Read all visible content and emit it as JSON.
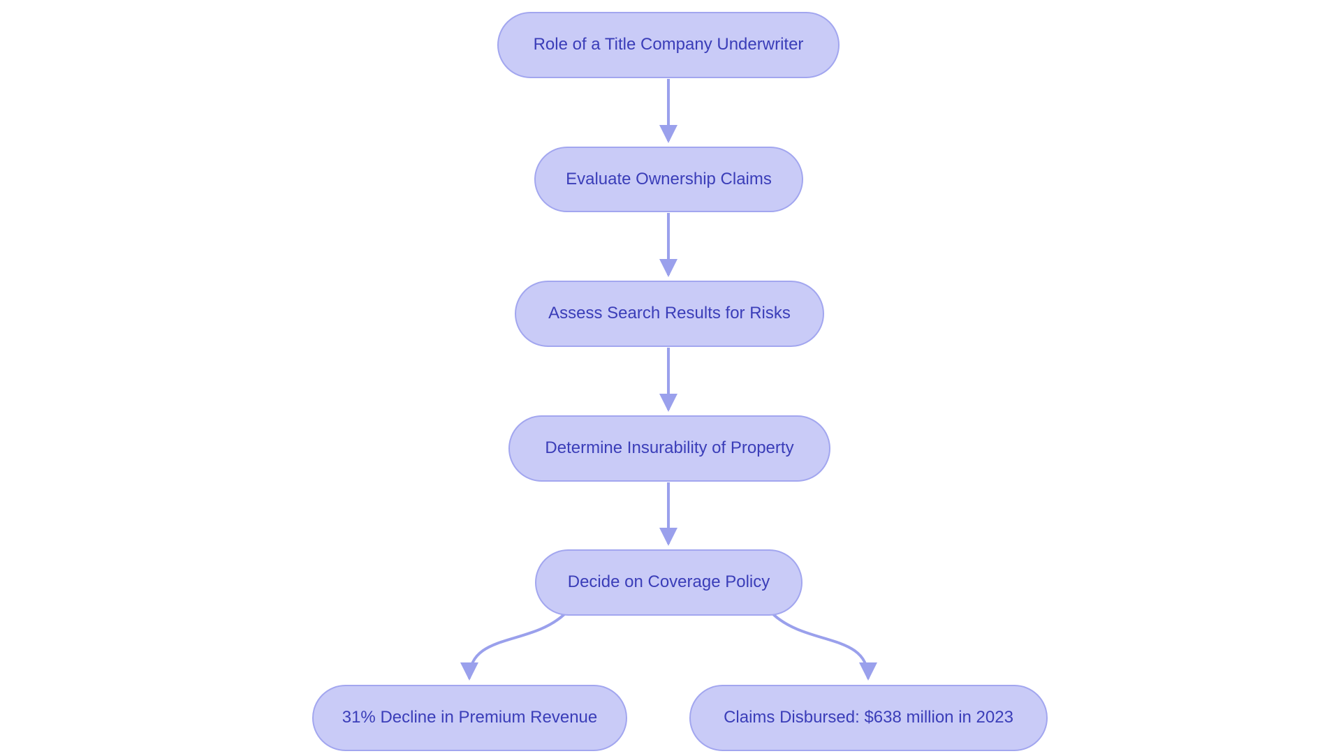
{
  "diagram": {
    "type": "flowchart",
    "orientation": "top-down",
    "background_color": "#ffffff",
    "node_fill_color": "#c9cbf7",
    "node_border_color": "#a2a6ef",
    "node_text_color": "#3a3db8",
    "arrow_color": "#9aa0ec",
    "nodes": [
      {
        "id": "title",
        "label": "Role of a Title Company Underwriter"
      },
      {
        "id": "evaluate",
        "label": "Evaluate Ownership Claims"
      },
      {
        "id": "assess",
        "label": "Assess Search Results for Risks"
      },
      {
        "id": "determine",
        "label": "Determine Insurability of Property"
      },
      {
        "id": "decide",
        "label": "Decide on Coverage Policy"
      },
      {
        "id": "decline",
        "label": "31% Decline in Premium Revenue"
      },
      {
        "id": "claims",
        "label": "Claims Disbursed: $638 million in 2023"
      }
    ],
    "edges": [
      {
        "from": "title",
        "to": "evaluate"
      },
      {
        "from": "evaluate",
        "to": "assess"
      },
      {
        "from": "assess",
        "to": "determine"
      },
      {
        "from": "determine",
        "to": "decide"
      },
      {
        "from": "decide",
        "to": "decline"
      },
      {
        "from": "decide",
        "to": "claims"
      }
    ]
  }
}
